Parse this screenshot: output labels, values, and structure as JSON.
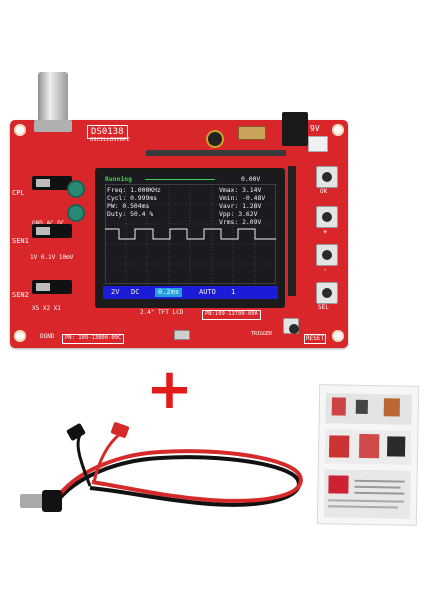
{
  "board": {
    "model": "DS0138",
    "subtitle": "OSCILLOSCOPE",
    "lcd_label": "2.4\" TFT LCD",
    "pn_board": "PN: 109-13800-00C",
    "pn_lcd": "PN:109-13700-00A",
    "label_9v": "9V",
    "label_reset": "RESET",
    "label_trigger": "TRIGGER",
    "label_dgnd": "DGND",
    "switch_labels": {
      "cpl": "CPL",
      "sen1": "SEN1",
      "sen2": "SEN2",
      "coupling": "GND AC DC",
      "sen1_opts": "1V 0.1V 10mV",
      "sen2_opts": "X5 X2 X1"
    },
    "button_labels": [
      "OK",
      "+",
      "-",
      "SEL"
    ]
  },
  "screen": {
    "status": "Running",
    "trigger_level": "0.00V",
    "left_readouts": [
      "Freq: 1.000KHz",
      "Cycl: 0.999ms",
      "PW:   0.504ms",
      "Duty: 50.4 %"
    ],
    "right_readouts": [
      "Vmax:  3.14V",
      "Vmin: -0.48V",
      "Vavr:  1.28V",
      "Vpp:   3.62V",
      "Vrms:  2.09V"
    ],
    "bottom_bar": [
      "2V",
      "DC",
      "0.2ms",
      "AUTO",
      "1"
    ]
  },
  "decor": {
    "plus_sign": "+"
  },
  "colors": {
    "pcb_red": "#d8262a",
    "silkscreen": "#ffffff",
    "trace_green": "#3fd24a",
    "lcd_blue": "#1c1cd6",
    "plus_red": "#e11a1a"
  }
}
